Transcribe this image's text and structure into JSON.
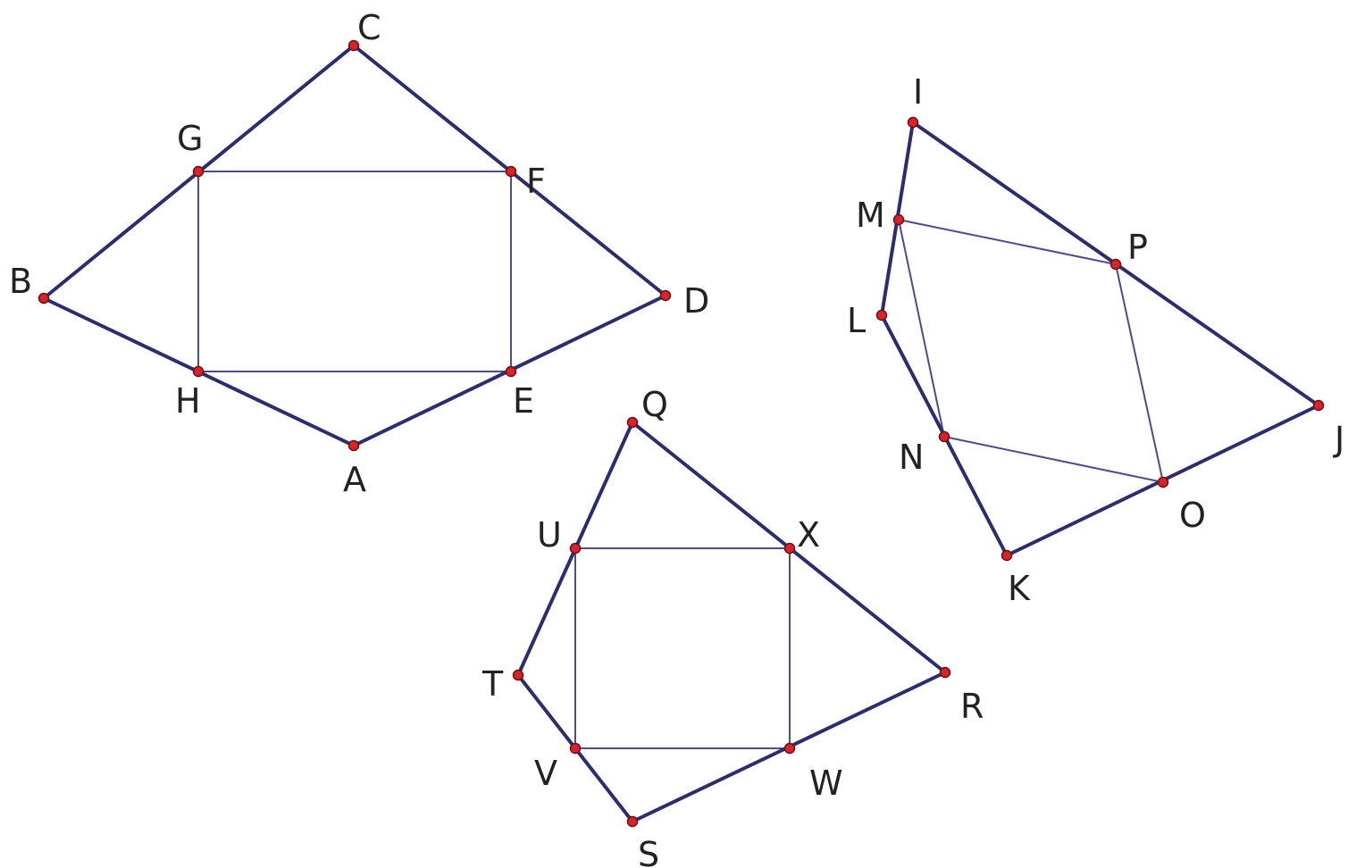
{
  "colors": {
    "outer_edge": "#2b2d6e",
    "inner_edge": "#4a4c8c",
    "vertex": "#d8232a",
    "label": "#222222",
    "background": "#ffffff"
  },
  "figures": [
    {
      "quadrilateral": [
        "A",
        "B",
        "C",
        "D"
      ],
      "midpoint_quadrilateral": [
        "E",
        "F",
        "G",
        "H"
      ]
    },
    {
      "quadrilateral": [
        "I",
        "J",
        "K",
        "L"
      ],
      "midpoint_quadrilateral": [
        "M",
        "N",
        "O",
        "P"
      ]
    },
    {
      "quadrilateral": [
        "Q",
        "R",
        "S",
        "T"
      ],
      "midpoint_quadrilateral": [
        "U",
        "V",
        "W",
        "X"
      ]
    }
  ],
  "labels": {
    "A": "A",
    "B": "B",
    "C": "C",
    "D": "D",
    "E": "E",
    "F": "F",
    "G": "G",
    "H": "H",
    "I": "I",
    "J": "J",
    "K": "K",
    "L": "L",
    "M": "M",
    "N": "N",
    "O": "O",
    "P": "P",
    "Q": "Q",
    "R": "R",
    "S": "S",
    "T": "T",
    "U": "U",
    "V": "V",
    "W": "W",
    "X": "X"
  }
}
